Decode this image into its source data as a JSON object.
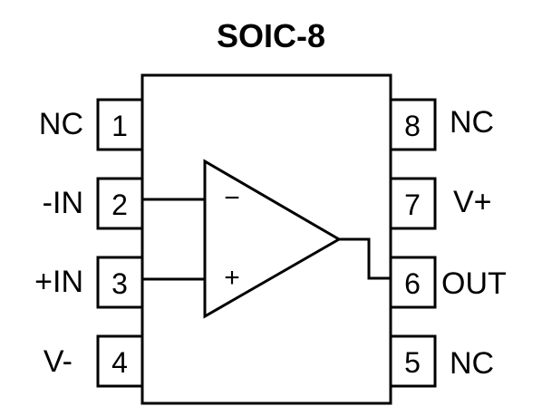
{
  "title": "SOIC-8",
  "pins": [
    {
      "number": "1",
      "label": "NC"
    },
    {
      "number": "2",
      "label": "-IN"
    },
    {
      "number": "3",
      "label": "+IN"
    },
    {
      "number": "4",
      "label": "V-"
    },
    {
      "number": "5",
      "label": "NC"
    },
    {
      "number": "6",
      "label": "OUT"
    },
    {
      "number": "7",
      "label": "V+"
    },
    {
      "number": "8",
      "label": "NC"
    }
  ],
  "opamp": {
    "inverting_sign": "−",
    "noninverting_sign": "+"
  }
}
